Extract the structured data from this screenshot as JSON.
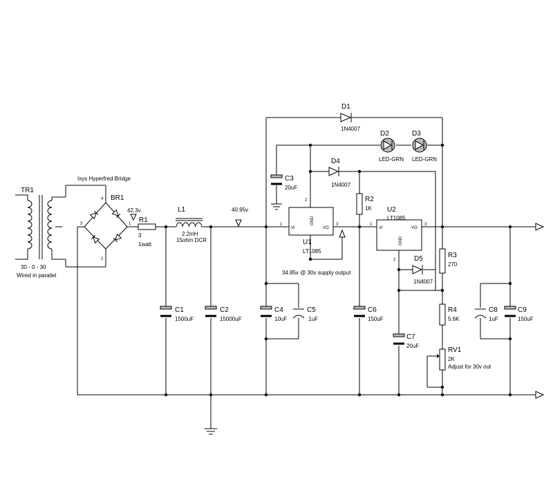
{
  "components": {
    "TR1": {
      "ref": "TR1",
      "value": "30 - 0 - 30",
      "note": "Wired in parallel"
    },
    "BR1": {
      "ref": "BR1",
      "note": "Ixys Hyperfred Bridge",
      "pin1": "1",
      "pin2": "2",
      "pin3": "3",
      "pin4": "4"
    },
    "R1": {
      "ref": "R1",
      "value": "3",
      "note": "1watt"
    },
    "L1": {
      "ref": "L1",
      "value": "2.2mH",
      "note": "15ohm DCR"
    },
    "C1": {
      "ref": "C1",
      "value": "1500uF"
    },
    "C2": {
      "ref": "C2",
      "value": "15000uF"
    },
    "C3": {
      "ref": "C3",
      "value": "20uF"
    },
    "C4": {
      "ref": "C4",
      "value": "10uF"
    },
    "C5": {
      "ref": "C5",
      "value": ".1uF"
    },
    "C6": {
      "ref": "C6",
      "value": "150uF"
    },
    "C7": {
      "ref": "C7",
      "value": "20uF"
    },
    "C8": {
      "ref": "C8",
      "value": "1uF"
    },
    "C9": {
      "ref": "C9",
      "value": "150uF"
    },
    "D1": {
      "ref": "D1",
      "value": "1N4007"
    },
    "D2": {
      "ref": "D2",
      "value": "LED-GRN"
    },
    "D3": {
      "ref": "D3",
      "value": "LED-GRN"
    },
    "D4": {
      "ref": "D4",
      "value": "1N4007"
    },
    "D5": {
      "ref": "D5",
      "value": "1N4007"
    },
    "R2": {
      "ref": "R2",
      "value": "1K"
    },
    "R3": {
      "ref": "R3",
      "value": "270"
    },
    "R4": {
      "ref": "R4",
      "value": "5.6K"
    },
    "RV1": {
      "ref": "RV1",
      "value": "2K",
      "note": "Adjust for 30v out"
    },
    "U1": {
      "ref": "U1",
      "value": "LT1085",
      "vi": "VI",
      "vo": "VO",
      "gnd": "GND",
      "pin1": "1",
      "pin2": "2",
      "pin3": "3"
    },
    "U2": {
      "ref": "U2",
      "value": "LT1085",
      "vi": "VI",
      "vo": "VO",
      "gnd": "GND",
      "pin1": "1",
      "pin2": "2",
      "pin3": "3"
    }
  },
  "probes": {
    "v1": "42.3v",
    "v2": "40.95v",
    "v3": "34.85v @ 30v supply output"
  },
  "ports": [
    "out-positive",
    "out-negative"
  ]
}
